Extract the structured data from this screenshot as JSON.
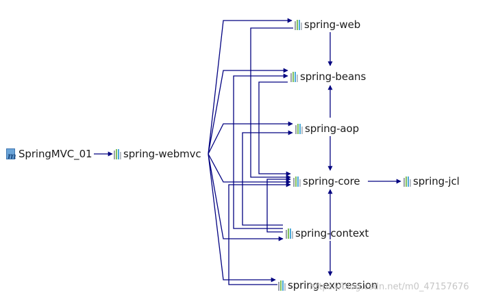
{
  "diagram": {
    "nodes": {
      "root": "SpringMVC_01",
      "webmvc": "spring-webmvc",
      "web": "spring-web",
      "beans": "spring-beans",
      "aop": "spring-aop",
      "core": "spring-core",
      "jcl": "spring-jcl",
      "context": "spring-context",
      "expression": "spring-expression"
    },
    "edges": [
      [
        "root",
        "webmvc"
      ],
      [
        "webmvc",
        "web"
      ],
      [
        "webmvc",
        "beans"
      ],
      [
        "webmvc",
        "aop"
      ],
      [
        "webmvc",
        "core"
      ],
      [
        "webmvc",
        "context"
      ],
      [
        "webmvc",
        "expression"
      ],
      [
        "web",
        "beans"
      ],
      [
        "web",
        "core"
      ],
      [
        "beans",
        "core"
      ],
      [
        "aop",
        "beans"
      ],
      [
        "aop",
        "core"
      ],
      [
        "core",
        "jcl"
      ],
      [
        "context",
        "beans"
      ],
      [
        "context",
        "aop"
      ],
      [
        "context",
        "core"
      ],
      [
        "context",
        "expression"
      ],
      [
        "expression",
        "core"
      ]
    ],
    "edge_color": "#000080",
    "library_icon_colors": [
      "#9aa0aa",
      "#7fbf5a",
      "#4aa8d8",
      "#b9bec6"
    ],
    "project_icon": "maven-project-icon",
    "library_icon": "library-jar-icon"
  },
  "watermark": "https://blog.csdn.net/m0_47157676"
}
